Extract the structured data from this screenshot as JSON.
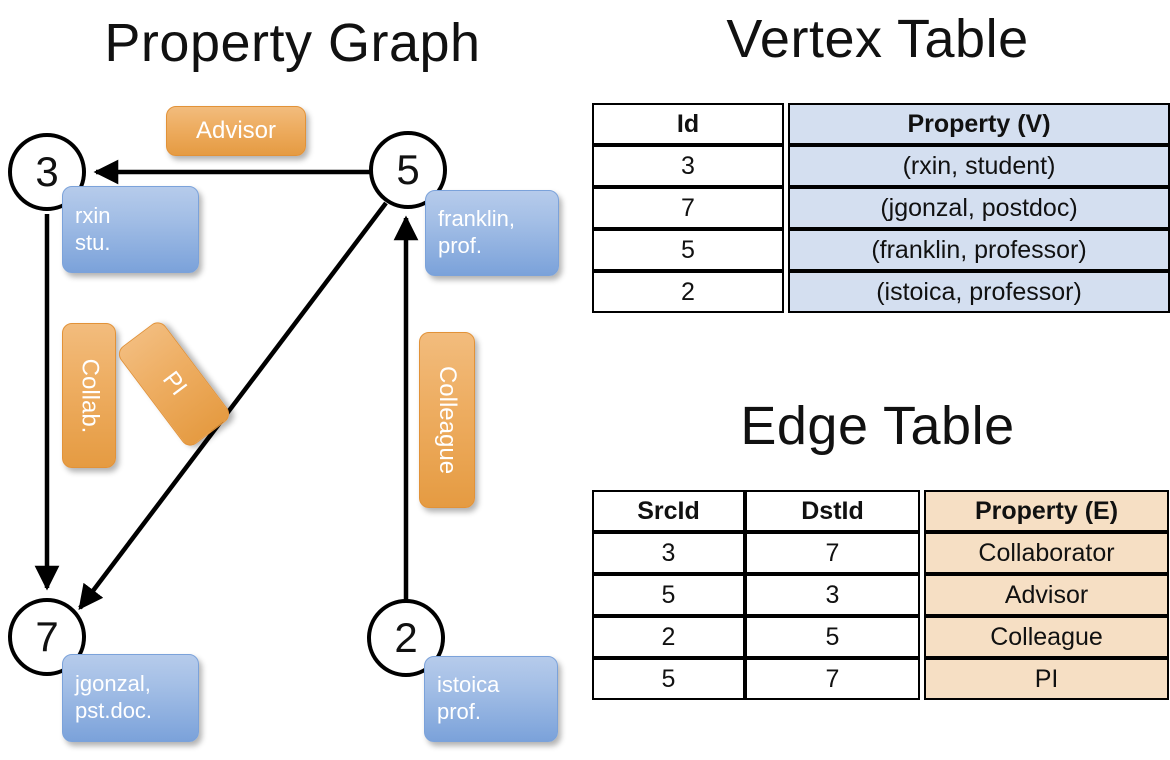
{
  "titles": {
    "property_graph": "Property Graph",
    "vertex_table": "Vertex Table",
    "edge_table": "Edge Table"
  },
  "graph": {
    "nodes": [
      {
        "id": "3",
        "label": "3",
        "property_lines": [
          "rxin",
          "stu."
        ]
      },
      {
        "id": "5",
        "label": "5",
        "property_lines": [
          "franklin,",
          "prof."
        ]
      },
      {
        "id": "7",
        "label": "7",
        "property_lines": [
          "jgonzal,",
          "pst.doc."
        ]
      },
      {
        "id": "2",
        "label": "2",
        "property_lines": [
          "istoica",
          "prof."
        ]
      }
    ],
    "edge_labels": [
      {
        "name": "advisor",
        "text": "Advisor"
      },
      {
        "name": "collab",
        "text": "Collab."
      },
      {
        "name": "pi",
        "text": "PI"
      },
      {
        "name": "colleague",
        "text": "Colleague"
      }
    ]
  },
  "vertex_table": {
    "headers": [
      "Id",
      "Property (V)"
    ],
    "rows": [
      {
        "id": "3",
        "property": "(rxin, student)"
      },
      {
        "id": "7",
        "property": "(jgonzal, postdoc)"
      },
      {
        "id": "5",
        "property": "(franklin, professor)"
      },
      {
        "id": "2",
        "property": "(istoica, professor)"
      }
    ]
  },
  "edge_table": {
    "headers": [
      "SrcId",
      "DstId",
      "Property (E)"
    ],
    "rows": [
      {
        "src": "3",
        "dst": "7",
        "property": "Collaborator"
      },
      {
        "src": "5",
        "dst": "3",
        "property": "Advisor"
      },
      {
        "src": "2",
        "dst": "5",
        "property": "Colleague"
      },
      {
        "src": "5",
        "dst": "7",
        "property": "PI"
      }
    ]
  },
  "colors": {
    "vertex_property_fill": "#d4dff0",
    "edge_property_fill": "#f6dfc4",
    "node_box_blue": "#7ba2da",
    "edge_label_orange": "#e59b42",
    "border": "#000000"
  }
}
